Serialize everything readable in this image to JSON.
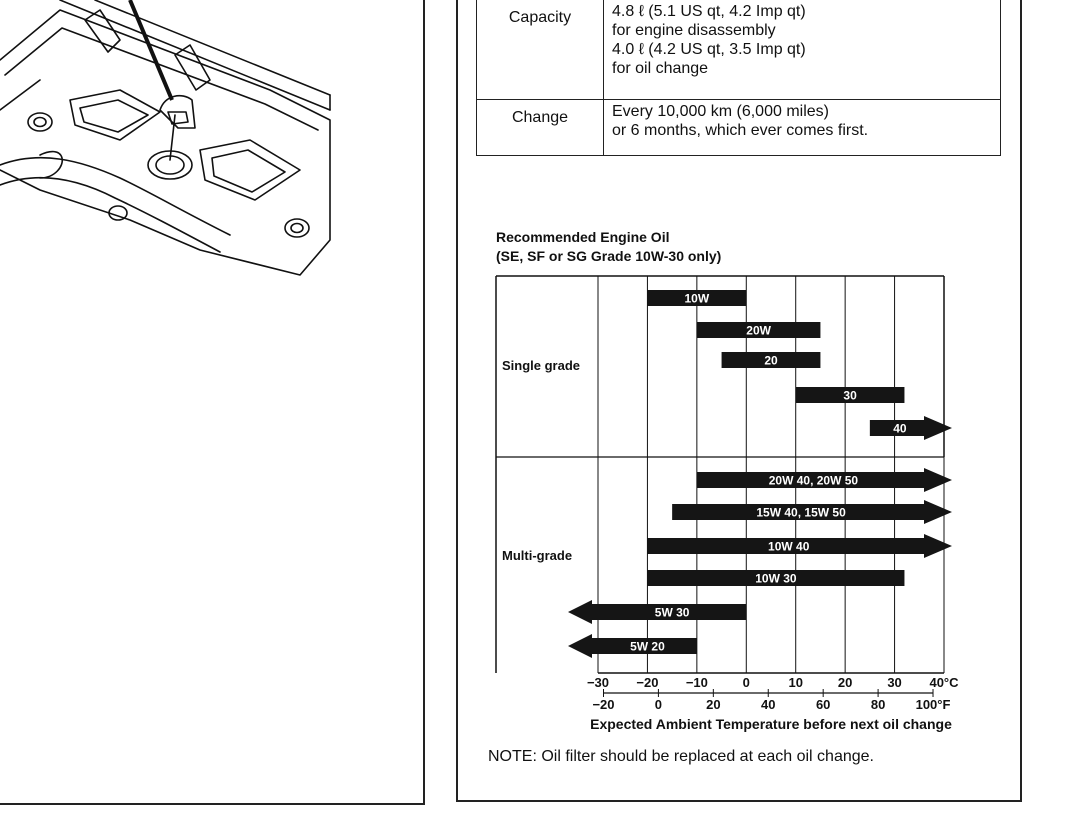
{
  "spec_table": {
    "rows": [
      {
        "label": "Capacity",
        "lines": [
          "4.8 ℓ (5.1 US qt, 4.2 Imp qt)",
          "for engine disassembly",
          "4.0 ℓ  (4.2 US qt, 3.5 Imp qt)",
          "for oil change"
        ]
      },
      {
        "label": "Change",
        "lines": [
          "Every 10,000 km (6,000 miles)",
          "or 6 months, which ever comes first."
        ]
      }
    ]
  },
  "oil_chart": {
    "title_line1": "Recommended Engine Oil",
    "title_line2": "(SE, SF or SG Grade 10W-30 only)",
    "caption": "Expected Ambient Temperature before next oil change",
    "note": "NOTE: Oil filter should be replaced at each oil change."
  },
  "chart_data": {
    "type": "bar",
    "orientation": "horizontal-range",
    "title": "Recommended Engine Oil",
    "subtitle": "(SE, SF or SG Grade 10W-30 only)",
    "xlabel": "Expected Ambient Temperature before next oil change",
    "x_unit_primary": "°C",
    "x_unit_secondary": "°F",
    "xlim": [
      -30,
      40
    ],
    "x_ticks_c": [
      "−30",
      "−20",
      "−10",
      "0",
      "10",
      "20",
      "30",
      "40°C"
    ],
    "x_ticks_f": [
      "−20",
      "0",
      "20",
      "40",
      "60",
      "80",
      "100°F"
    ],
    "grid": true,
    "groups": [
      {
        "name": "Single grade",
        "series": [
          {
            "name": "10W",
            "min_c": -20,
            "max_c": 0,
            "open_low": false,
            "open_high": false
          },
          {
            "name": "20W",
            "min_c": -10,
            "max_c": 15,
            "open_low": false,
            "open_high": false
          },
          {
            "name": "20",
            "min_c": -5,
            "max_c": 15,
            "open_low": false,
            "open_high": false
          },
          {
            "name": "30",
            "min_c": 10,
            "max_c": 32,
            "open_low": false,
            "open_high": false
          },
          {
            "name": "40",
            "min_c": 25,
            "max_c": 40,
            "open_low": false,
            "open_high": true
          }
        ]
      },
      {
        "name": "Multi-grade",
        "series": [
          {
            "name": "20W 40, 20W 50",
            "min_c": -10,
            "max_c": 40,
            "open_low": false,
            "open_high": true
          },
          {
            "name": "15W 40, 15W 50",
            "min_c": -15,
            "max_c": 40,
            "open_low": false,
            "open_high": true
          },
          {
            "name": "10W  40",
            "min_c": -20,
            "max_c": 40,
            "open_low": false,
            "open_high": true
          },
          {
            "name": "10W  30",
            "min_c": -20,
            "max_c": 32,
            "open_low": false,
            "open_high": false
          },
          {
            "name": "5W  30",
            "min_c": -30,
            "max_c": 0,
            "open_low": true,
            "open_high": false
          },
          {
            "name": "5W  20",
            "min_c": -30,
            "max_c": -10,
            "open_low": true,
            "open_high": false
          }
        ]
      }
    ]
  },
  "colors": {
    "ink": "#111111",
    "bar": "#151515",
    "bar_text": "#ffffff",
    "paper": "#ffffff"
  }
}
